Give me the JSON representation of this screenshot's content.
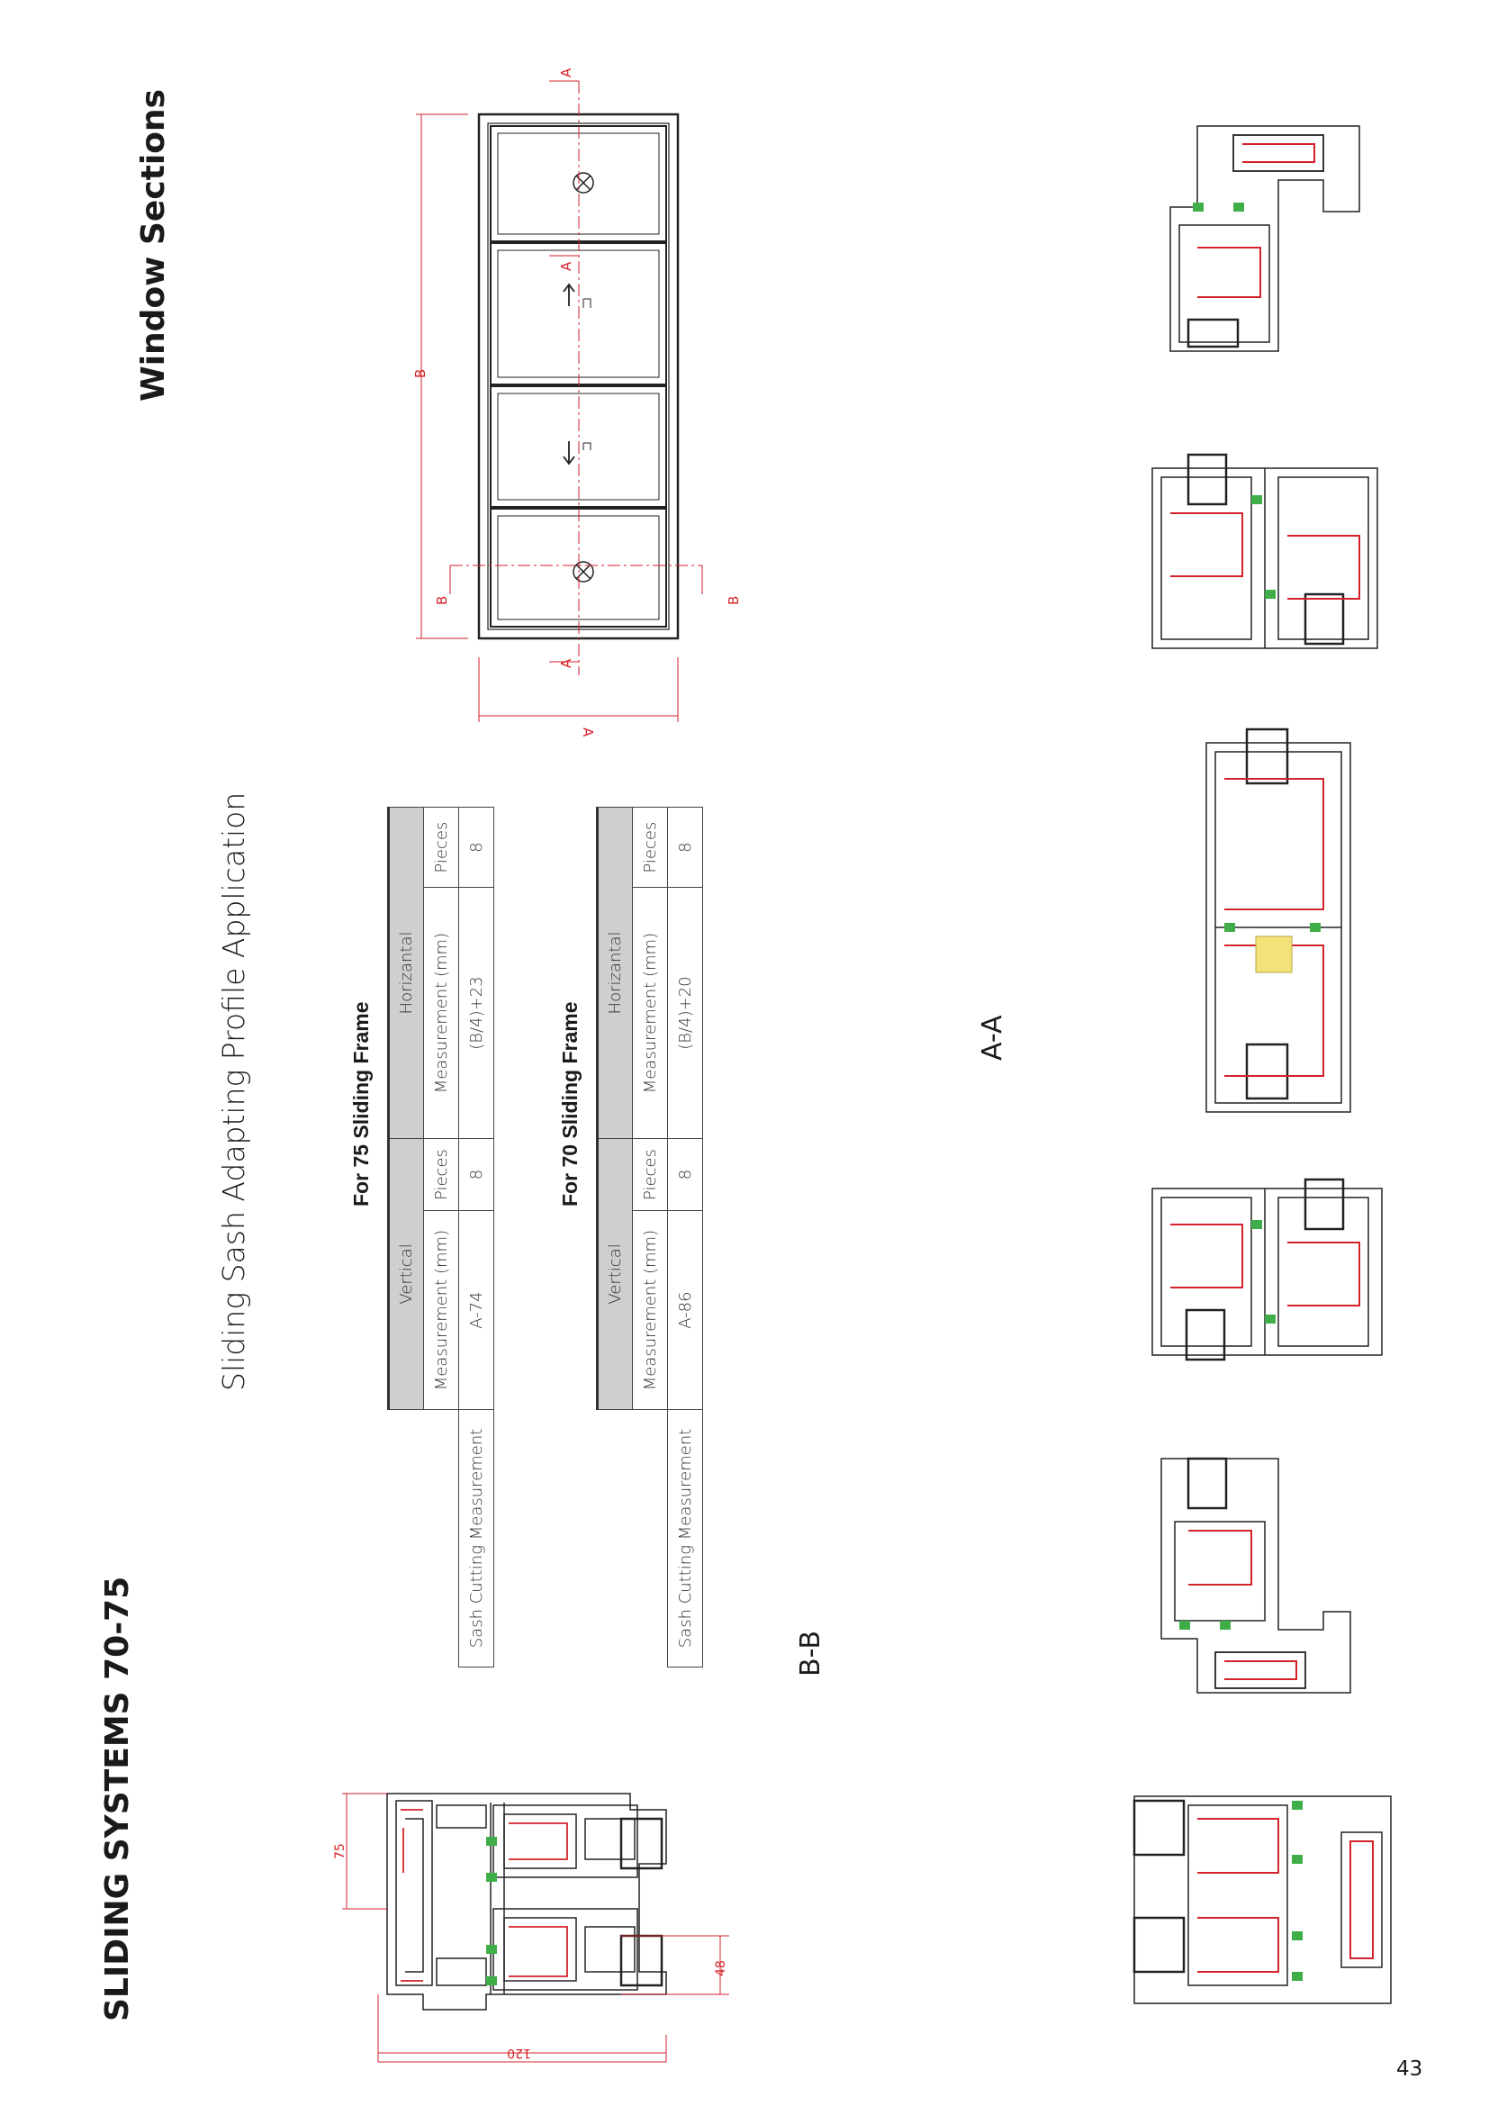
{
  "page": {
    "left_title": "SLIDING SYSTEMS 70-75",
    "right_title": "Window Sections",
    "subtitle": "Sliding Sash Adapting Profile Application",
    "page_number": "43"
  },
  "tables": [
    {
      "caption": "For 75 Sliding Frame",
      "group_vertical": "Vertical",
      "group_horizontal": "Horizantal",
      "col_measurement": "Measurement (mm)",
      "col_pieces": "Pieces",
      "row_label": "Sash Cutting Measurement",
      "v_measurement": "A-74",
      "v_pieces": "8",
      "h_measurement": "(B/4)+23",
      "h_pieces": "8"
    },
    {
      "caption": "For 70 Sliding Frame",
      "group_vertical": "Vertical",
      "group_horizontal": "Horizantal",
      "col_measurement": "Measurement (mm)",
      "col_pieces": "Pieces",
      "row_label": "Sash Cutting Measurement",
      "v_measurement": "A-86",
      "v_pieces": "8",
      "h_measurement": "(B/4)+20",
      "h_pieces": "8"
    }
  ],
  "section_labels": {
    "bb": "B-B",
    "aa": "A-A"
  },
  "window_drawing": {
    "dim_a": "A",
    "dim_b": "B",
    "cut_a": "A",
    "cut_b": "B"
  },
  "bb_dimensions": {
    "width": "120",
    "frame": "75",
    "sash": "48"
  },
  "colors": {
    "accent_red": "#d4222a",
    "gasket_green": "#3fae49",
    "header_gray": "#cfcfcf",
    "highlight_yellow": "#f2e27a"
  }
}
